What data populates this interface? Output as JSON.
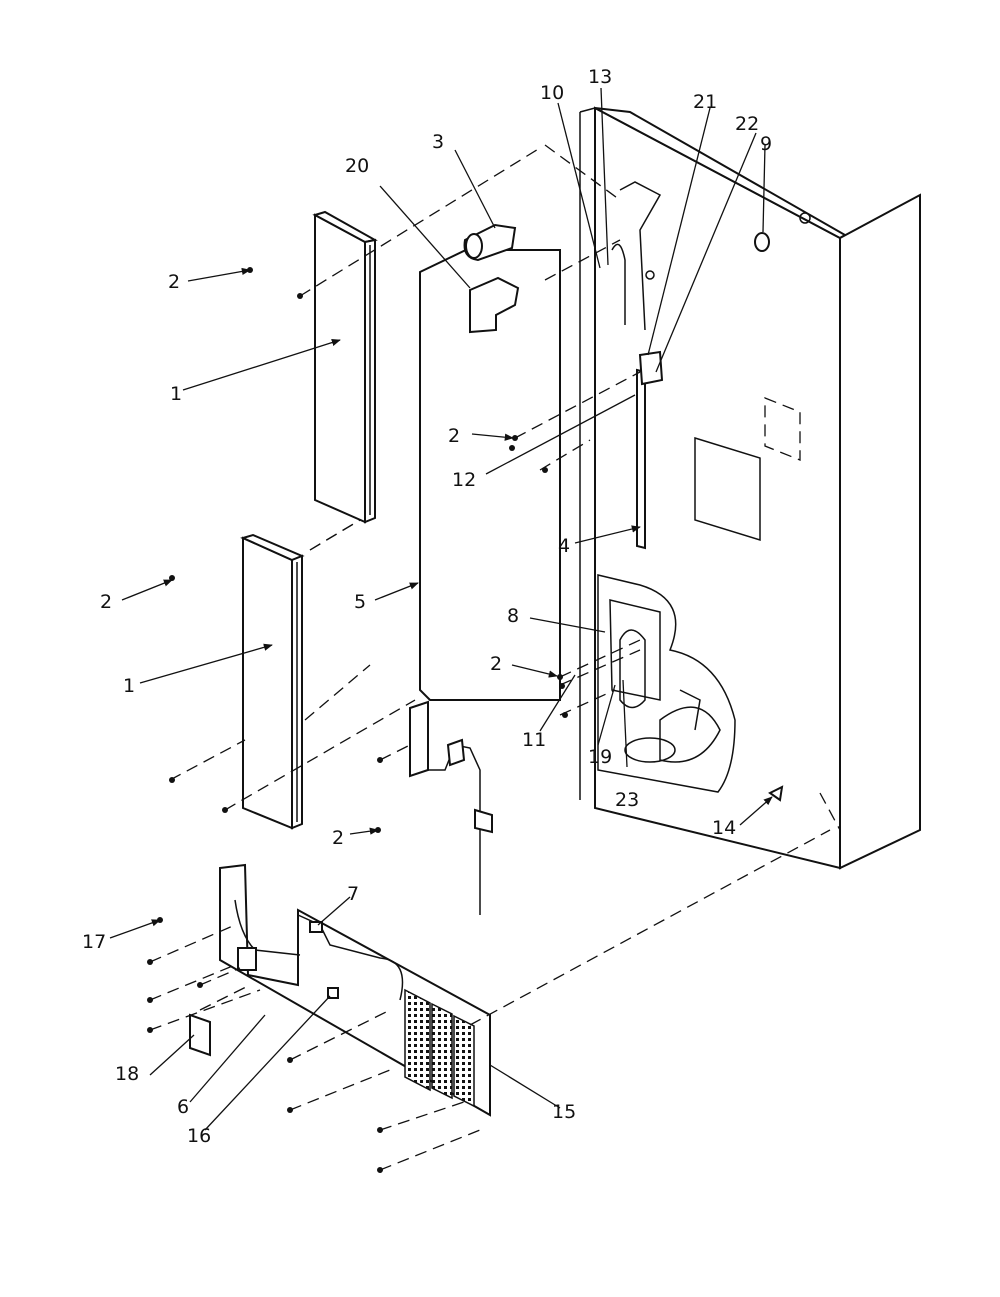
{
  "diagram": {
    "callouts": [
      "1",
      "1",
      "2",
      "2",
      "2",
      "2",
      "2",
      "3",
      "4",
      "5",
      "6",
      "7",
      "8",
      "9",
      "10",
      "11",
      "12",
      "13",
      "14",
      "15",
      "16",
      "17",
      "18",
      "19",
      "20",
      "21",
      "22",
      "23"
    ]
  }
}
